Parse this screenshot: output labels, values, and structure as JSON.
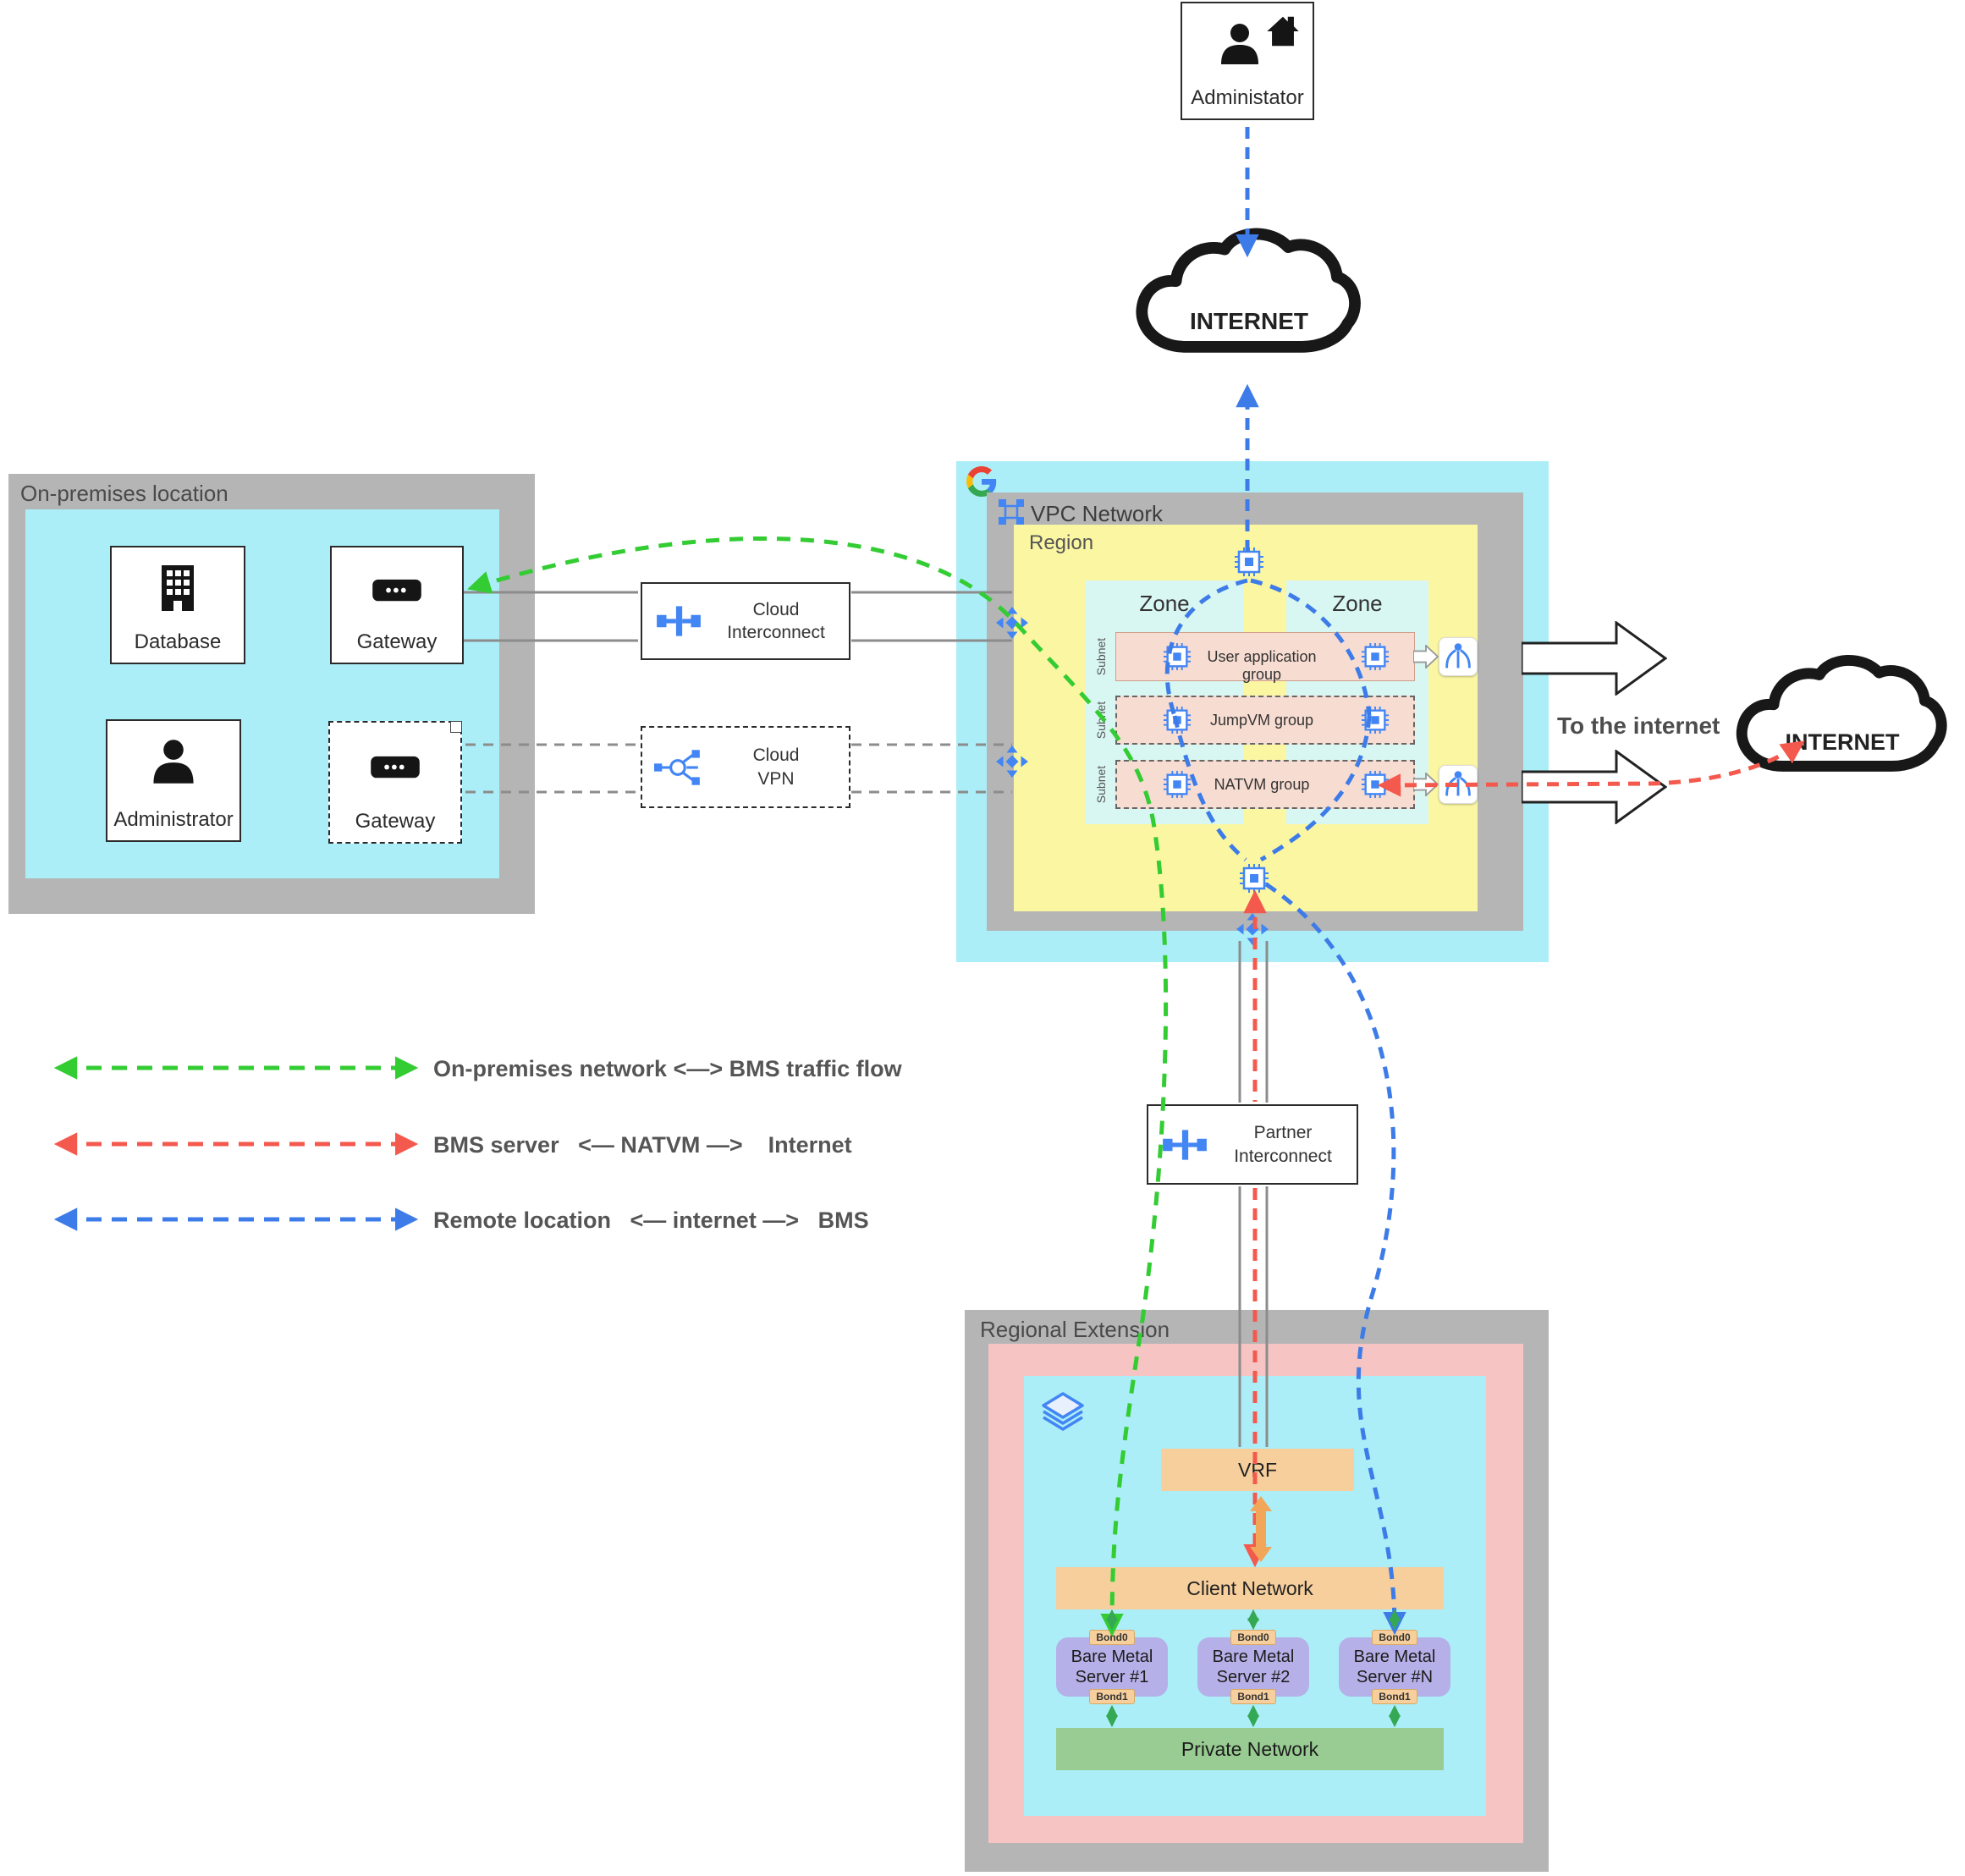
{
  "colors": {
    "accent_blue": "#4285F4",
    "flow_green": "#33cc33",
    "flow_red": "#f4594e",
    "flow_blue": "#3d7ce8"
  },
  "top": {
    "administrator": "Administator",
    "internet": "INTERNET"
  },
  "onprem": {
    "title": "On-premises location",
    "database": "Database",
    "gateway1": "Gateway",
    "administrator": "Administrator",
    "gateway2": "Gateway"
  },
  "links": {
    "cloud_interconnect": {
      "l1": "Cloud",
      "l2": "Interconnect"
    },
    "cloud_vpn": {
      "l1": "Cloud",
      "l2": "VPN"
    },
    "partner": {
      "l1": "Partner",
      "l2": "Interconnect"
    }
  },
  "vpc": {
    "title": "VPC Network",
    "region": "Region",
    "zones": {
      "left": "Zone",
      "right": "Zone"
    },
    "subnets": [
      {
        "side": "Subnet",
        "group": "User application group"
      },
      {
        "side": "Subnet",
        "group": "JumpVM group"
      },
      {
        "side": "Subnet",
        "group": "NATVM group"
      }
    ]
  },
  "internet_right": {
    "caption": "To the internet",
    "label": "INTERNET"
  },
  "legend": {
    "items": [
      {
        "text": "On-premises network <—> BMS traffic flow"
      },
      {
        "text": "BMS server   <— NATVM —>    Internet"
      },
      {
        "text": "Remote location   <— internet —>   BMS"
      }
    ]
  },
  "regional": {
    "title": "Regional Extension",
    "vrf": "VRF",
    "client_network": "Client Network",
    "private_network": "Private Network",
    "servers": [
      {
        "name": "Bare Metal Server #1",
        "bond0": "Bond0",
        "bond1": "Bond1"
      },
      {
        "name": "Bare Metal Server #2",
        "bond0": "Bond0",
        "bond1": "Bond1"
      },
      {
        "name": "Bare Metal Server #N",
        "bond0": "Bond0",
        "bond1": "Bond1"
      }
    ]
  }
}
